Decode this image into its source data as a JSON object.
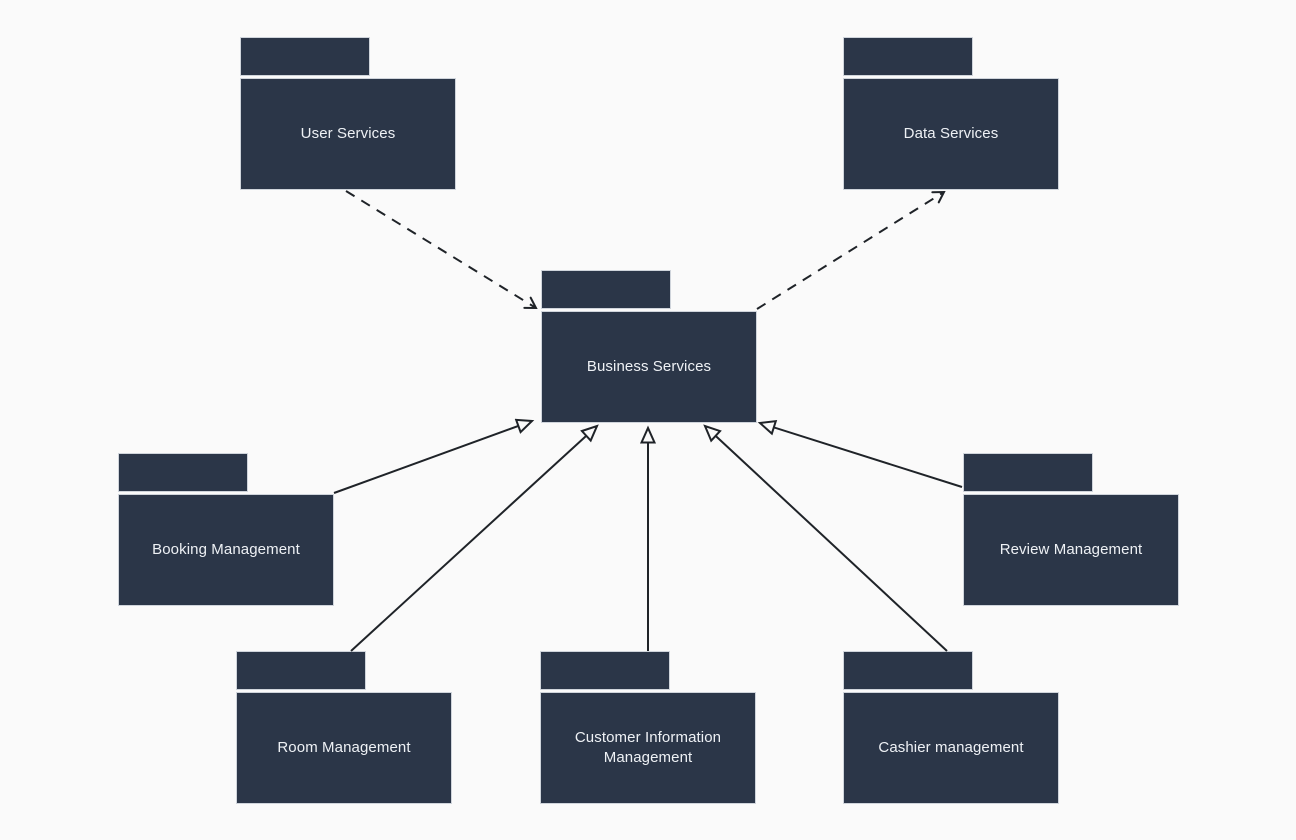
{
  "diagram": {
    "type": "uml-package-diagram",
    "nodes": {
      "user_services": {
        "label": "User Services"
      },
      "data_services": {
        "label": "Data Services"
      },
      "business_services": {
        "label": "Business Services"
      },
      "booking_management": {
        "label": "Booking Management"
      },
      "review_management": {
        "label": "Review Management"
      },
      "room_management": {
        "label": "Room Management"
      },
      "customer_information_management": {
        "label": "Customer Information Management"
      },
      "cashier_management": {
        "label": "Cashier management"
      }
    },
    "edges": [
      {
        "from": "user_services",
        "to": "business_services",
        "line": "dashed",
        "arrowhead": "open"
      },
      {
        "from": "business_services",
        "to": "data_services",
        "line": "dashed",
        "arrowhead": "open"
      },
      {
        "from": "booking_management",
        "to": "business_services",
        "line": "solid",
        "arrowhead": "hollow-triangle"
      },
      {
        "from": "room_management",
        "to": "business_services",
        "line": "solid",
        "arrowhead": "hollow-triangle"
      },
      {
        "from": "customer_information_management",
        "to": "business_services",
        "line": "solid",
        "arrowhead": "hollow-triangle"
      },
      {
        "from": "cashier_management",
        "to": "business_services",
        "line": "solid",
        "arrowhead": "hollow-triangle"
      },
      {
        "from": "review_management",
        "to": "business_services",
        "line": "solid",
        "arrowhead": "hollow-triangle"
      }
    ],
    "colors": {
      "background": "#fafafa",
      "node_fill": "#2b3648",
      "node_border": "#cfd4db",
      "node_text": "#eef1f5",
      "edge": "#1f2328"
    }
  }
}
